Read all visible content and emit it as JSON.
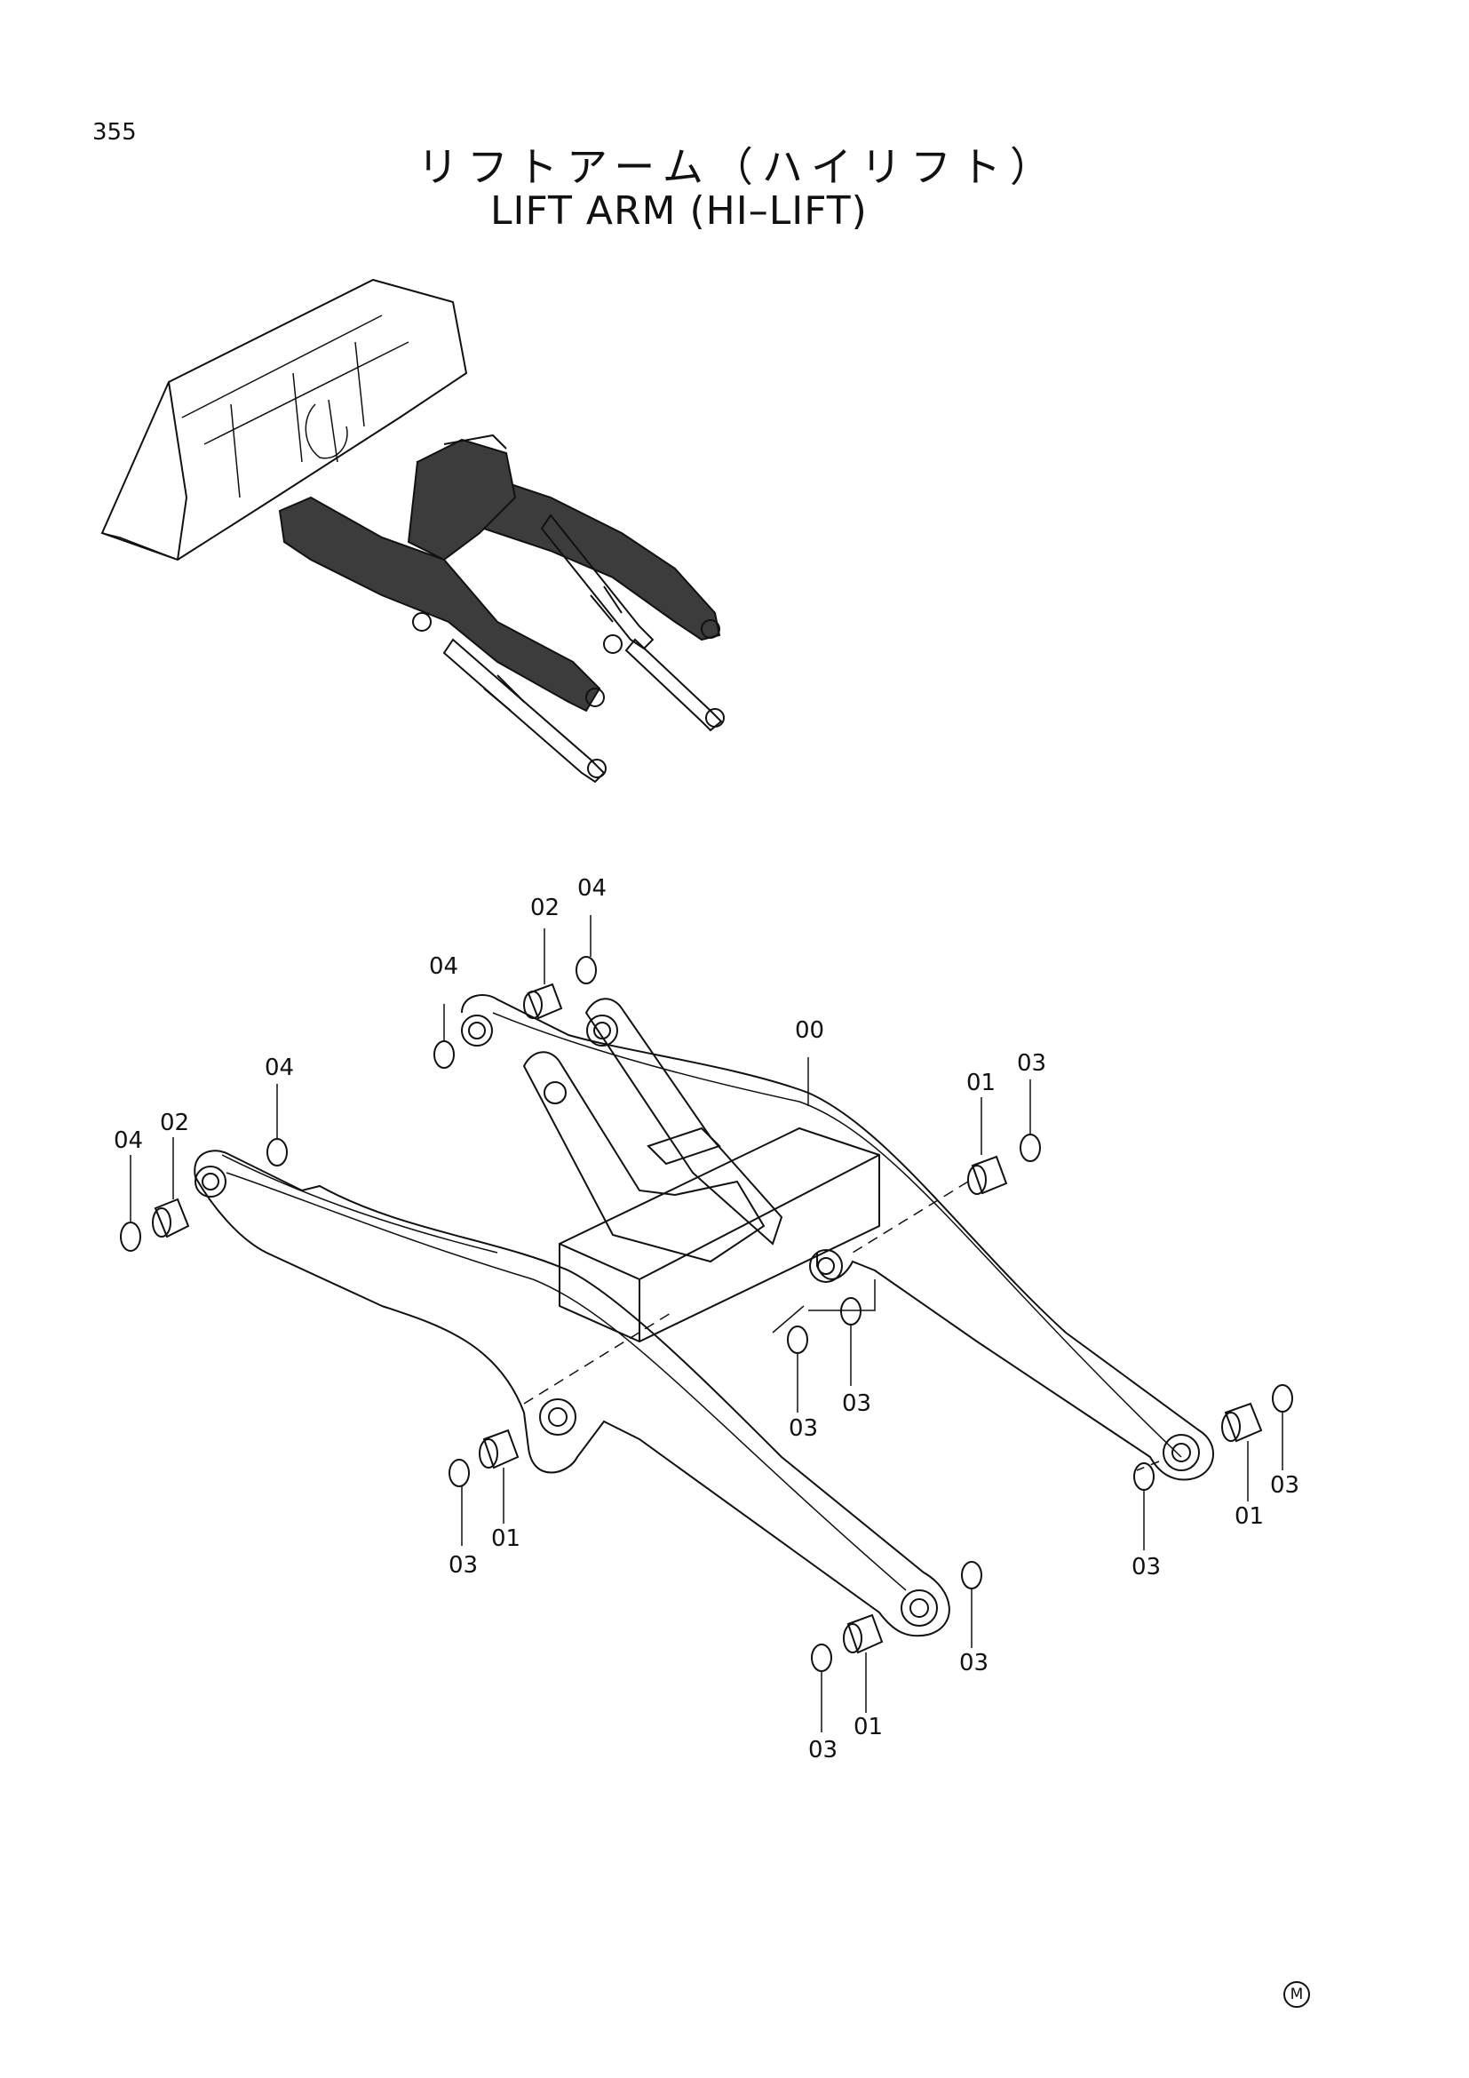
{
  "page": {
    "number": "355",
    "title_jp": "リフトアーム（ハイリフト）",
    "title_en": "LIFT ARM (HI–LIFT)",
    "marker": "M"
  },
  "callouts": [
    {
      "id": "c1",
      "label": "04"
    },
    {
      "id": "c2",
      "label": "02"
    },
    {
      "id": "c3",
      "label": "04"
    },
    {
      "id": "c4",
      "label": "00"
    },
    {
      "id": "c5",
      "label": "01"
    },
    {
      "id": "c6",
      "label": "03"
    },
    {
      "id": "c7",
      "label": "04"
    },
    {
      "id": "c8",
      "label": "02"
    },
    {
      "id": "c9",
      "label": "04"
    },
    {
      "id": "c10",
      "label": "03"
    },
    {
      "id": "c11",
      "label": "03"
    },
    {
      "id": "c12",
      "label": "03"
    },
    {
      "id": "c13",
      "label": "01"
    },
    {
      "id": "c14",
      "label": "03"
    },
    {
      "id": "c15",
      "label": "01"
    },
    {
      "id": "c16",
      "label": "03"
    },
    {
      "id": "c17",
      "label": "03"
    },
    {
      "id": "c18",
      "label": "03"
    },
    {
      "id": "c19",
      "label": "01"
    }
  ]
}
